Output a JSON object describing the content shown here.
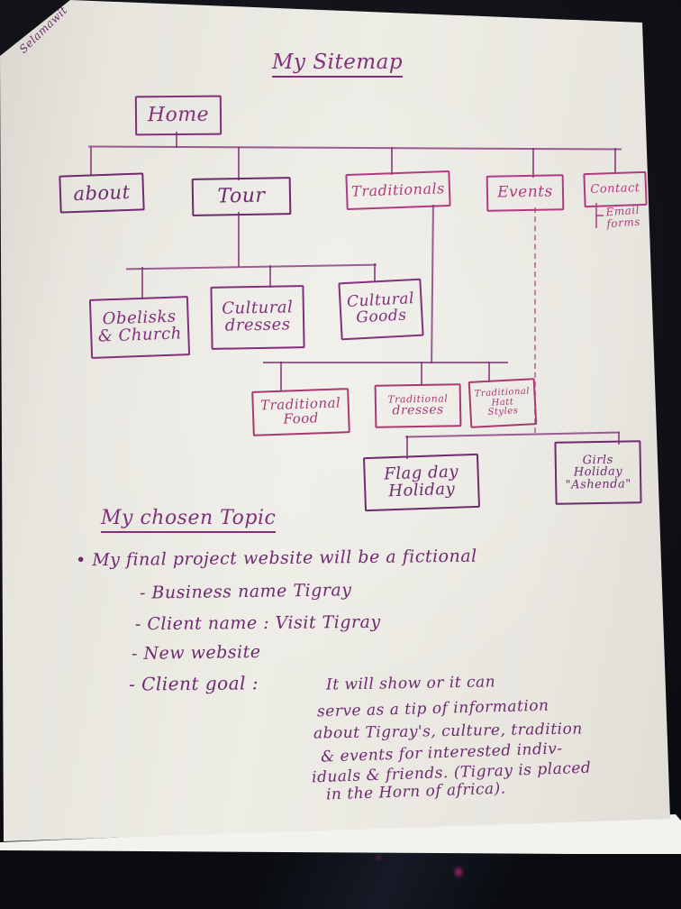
{
  "colors": {
    "ink_purple": "#6f2a70",
    "ink_pink": "#a83a72",
    "paper": "#e8e6df",
    "background": "#0c0e12"
  },
  "page": {
    "signature": "Selamawit"
  },
  "sitemap": {
    "title": "My Sitemap",
    "nodes": {
      "home": "Home",
      "about": "about",
      "tour": "Tour",
      "traditionals": "Traditionals",
      "events": "Events",
      "contact": "Contact",
      "contact_note_line1": "Email",
      "contact_note_line2": "forms",
      "obelisks_line1": "Obelisks",
      "obelisks_line2": "& Church",
      "cultural_dresses_line1": "Cultural",
      "cultural_dresses_line2": "dresses",
      "cultural_goods_line1": "Cultural",
      "cultural_goods_line2": "Goods",
      "trad_food_line1": "Traditional",
      "trad_food_line2": "Food",
      "trad_dresses_line1": "Traditional",
      "trad_dresses_line2": "dresses",
      "trad_hat_line1": "Traditional",
      "trad_hat_line2": "Hatt",
      "trad_hat_line3": "Styles",
      "flag_line1": "Flag day",
      "flag_line2": "Holiday",
      "girls_line1": "Girls",
      "girls_line2": "Holiday",
      "girls_line3": "\"Ashenda\""
    }
  },
  "notes": {
    "heading": "My chosen Topic",
    "bullet": "• My final project website will be a fictional",
    "items": [
      "-  Business name Tigray",
      "-  Client name :  Visit Tigray",
      "-  New website",
      "-  Client goal :"
    ],
    "goal_lines": [
      "It will show or it can",
      "serve as a tip of information",
      "about Tigray's, culture, tradition",
      "& events for interested indiv-",
      "iduals & friends. (Tigray is placed",
      "in the Horn of africa)."
    ]
  }
}
